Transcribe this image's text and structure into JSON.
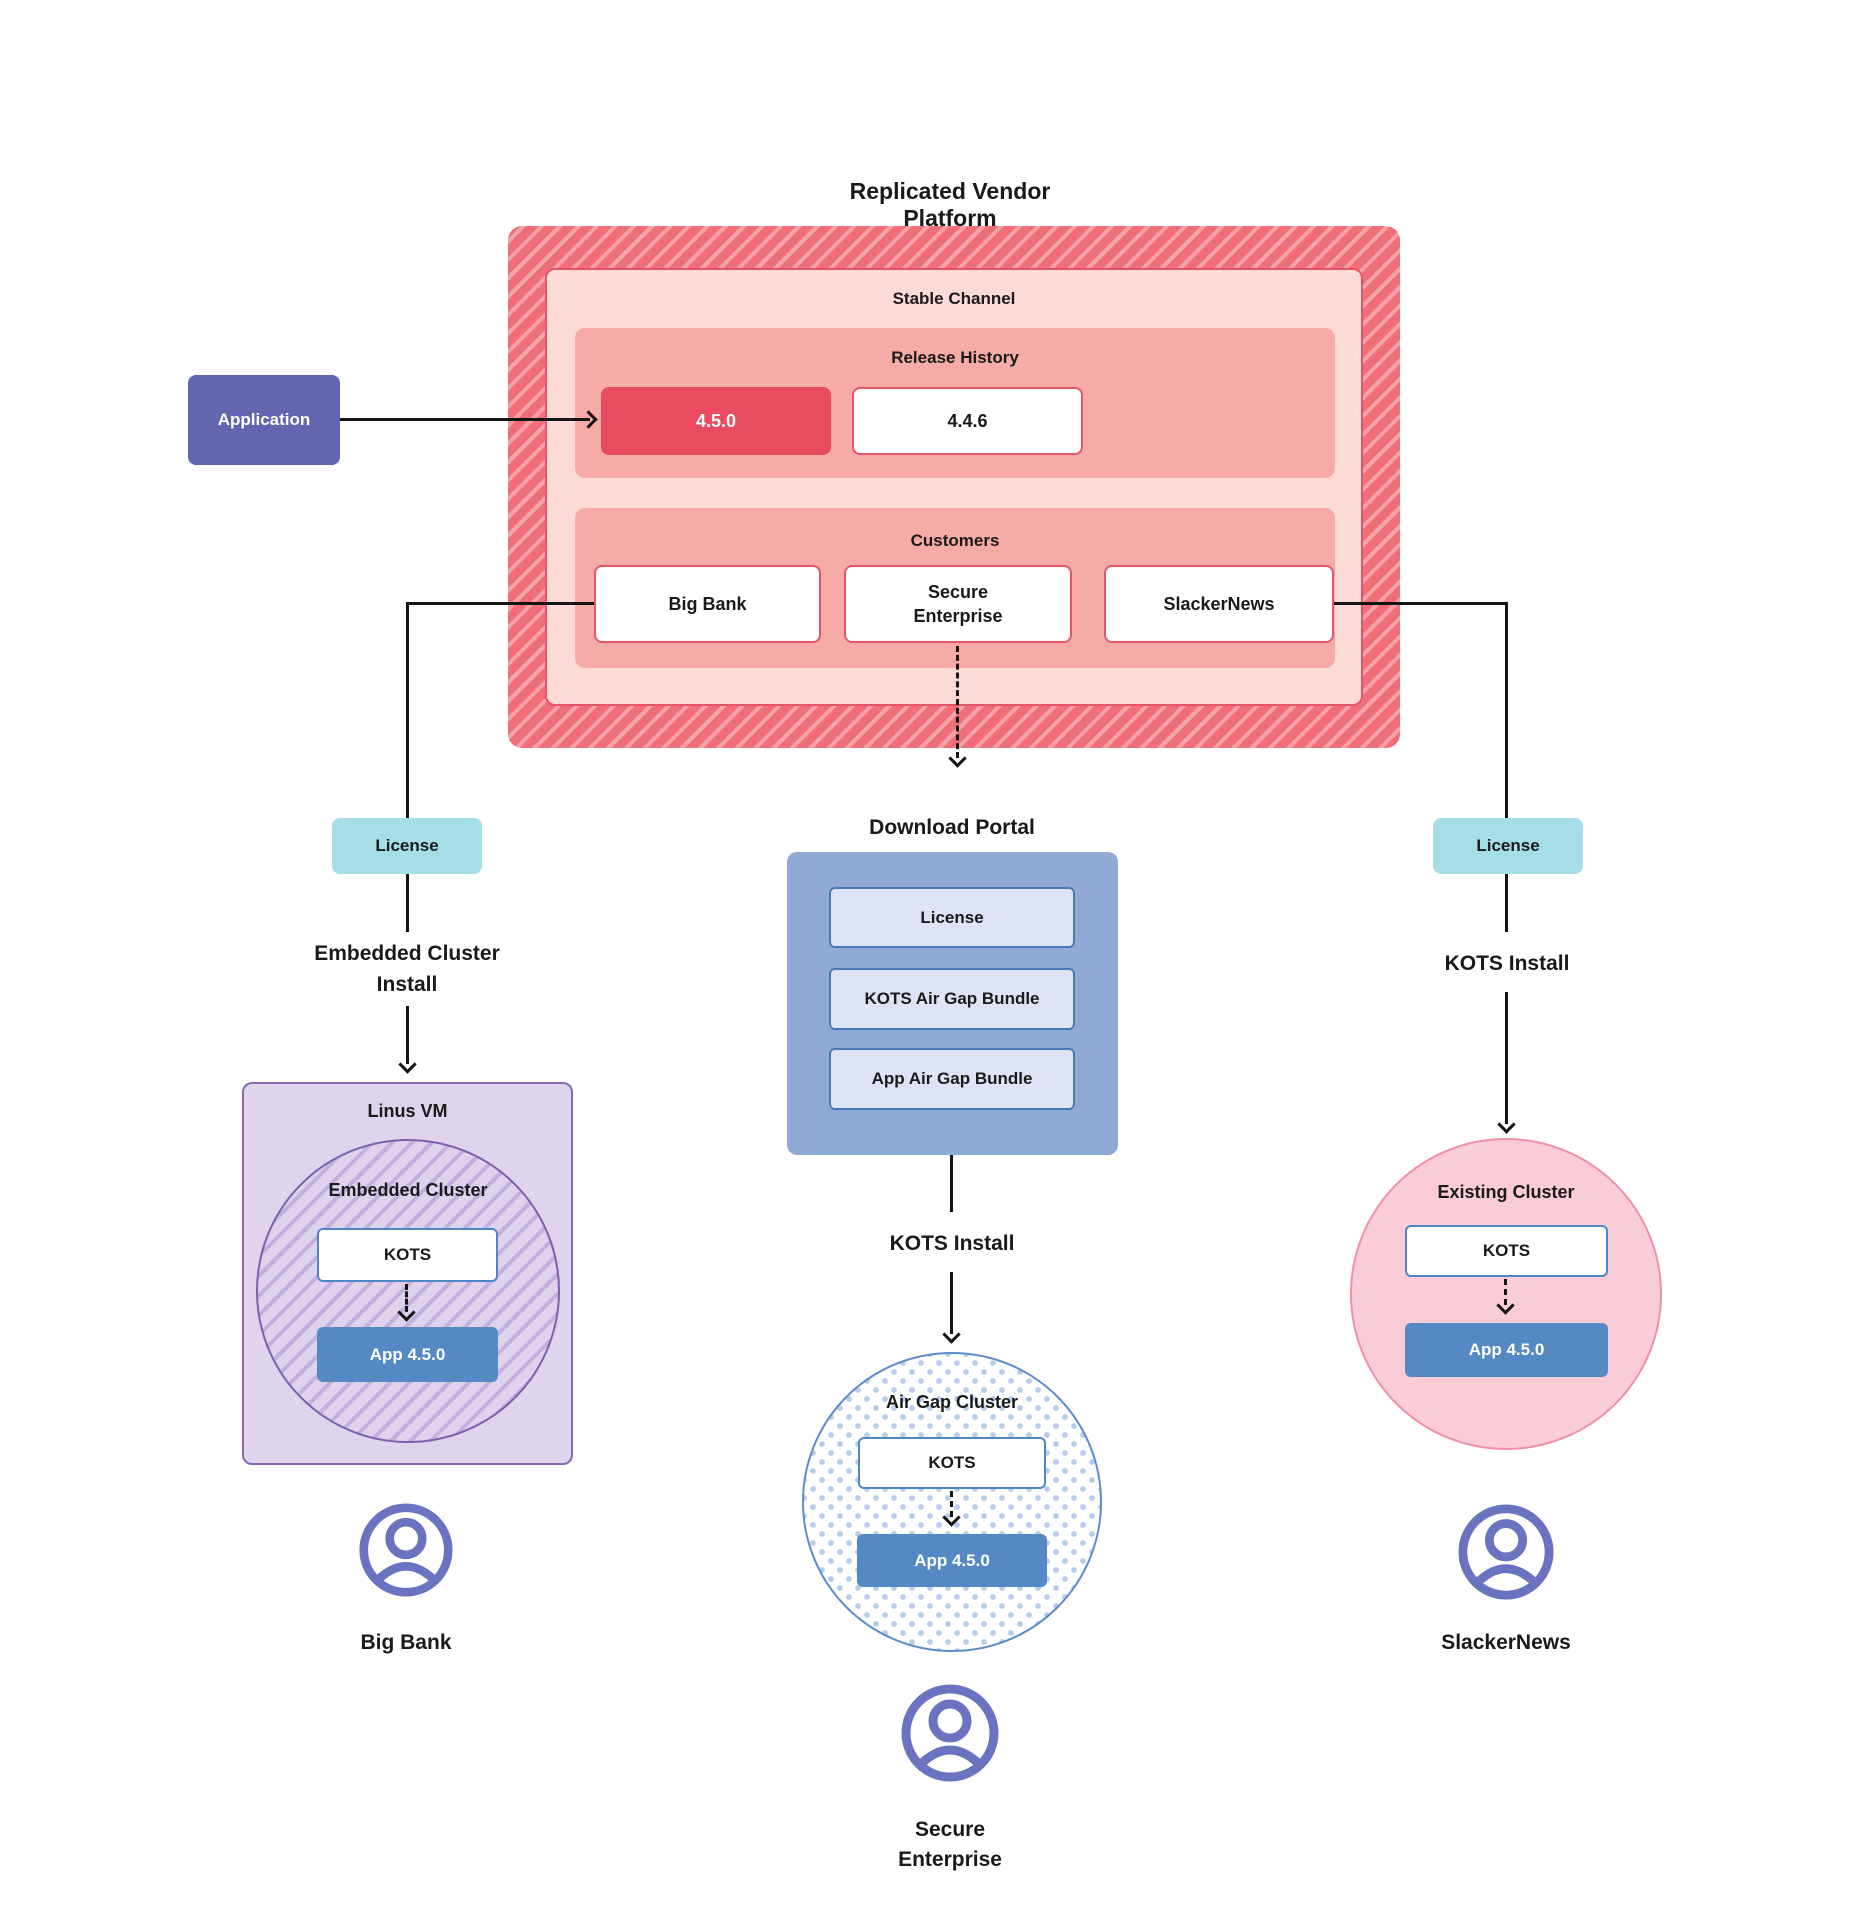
{
  "diagram": {
    "title": "Replicated Vendor Platform",
    "platform": {
      "stable_channel_label": "Stable Channel",
      "release_history_label": "Release History",
      "release_current": "4.5.0",
      "release_previous": "4.4.6",
      "customers_label": "Customers",
      "customers": [
        "Big Bank",
        "Secure Enterprise",
        "SlackerNews"
      ]
    },
    "application_label": "Application",
    "left_flow": {
      "license": "License",
      "install_label": "Embedded Cluster Install",
      "vm_title": "Linus VM",
      "cluster_title": "Embedded Cluster",
      "kots": "KOTS",
      "app": "App 4.5.0",
      "persona": "Big Bank"
    },
    "middle_flow": {
      "portal_title": "Download  Portal",
      "portal_items": [
        "License",
        "KOTS Air Gap Bundle",
        "App Air Gap Bundle"
      ],
      "install_label": "KOTS Install",
      "cluster_title": "Air Gap Cluster",
      "kots": "KOTS",
      "app": "App 4.5.0",
      "persona": "Secure Enterprise"
    },
    "right_flow": {
      "license": "License",
      "install_label": "KOTS Install",
      "cluster_title": "Existing Cluster",
      "kots": "KOTS",
      "app": "App 4.5.0",
      "persona": "SlackerNews"
    },
    "colors": {
      "hatch_red": "#ef6e78",
      "hatch_red_light": "#f5a3a9",
      "panel_light_pink": "#fcdbd7",
      "panel_pink": "#f6aba6",
      "red_border": "#e4556c",
      "release_current_fill": "#e94b61",
      "application_purple": "#6166af",
      "license_teal": "#a6dee7",
      "portal_blue": "#90a9d5",
      "portal_item_fill": "#dee3f5",
      "app_blue": "#5589c4",
      "kots_border_blue": "#4f86c6",
      "vm_lavender": "#ded5ec",
      "vm_border_purple": "#8b68b4",
      "airgap_border_blue": "#5d8cce",
      "existing_pink": "#f9ccd8",
      "existing_border_pink": "#ef8fac",
      "persona_icon_purple": "#6a73c0",
      "line_black": "#141414"
    }
  }
}
